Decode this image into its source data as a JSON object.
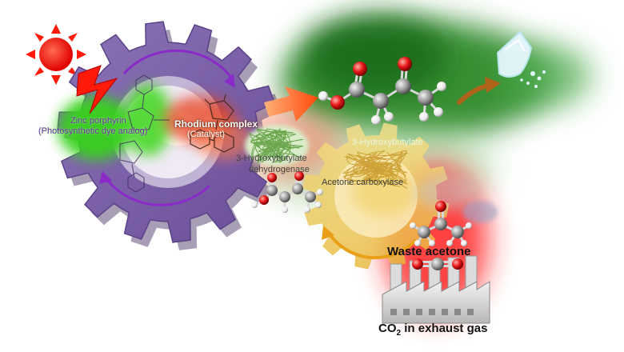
{
  "labels": {
    "zinc_porphyrin": "Zinc porphyrin",
    "zinc_porphyrin_sub": "(Photosynthetic dye analog)",
    "rhodium_complex": "Rhodium complex",
    "catalyst": "(Catalyst)",
    "product": "3-Hydroxybutylate",
    "enzyme1_line1": "3-Hydroxybutylate",
    "enzyme1_line2": "dehydrogenase",
    "enzyme2": "Acetone carboxylase",
    "waste_acetone": "Waste acetone",
    "co2_prefix": "CO",
    "co2_sub": "2",
    "co2_suffix": " in exhaust gas"
  },
  "colors": {
    "sun": "#ff1a0a",
    "purple_gear": "#7a5ea6",
    "yellow_gear": "#f2cf55",
    "green_glow": "#2e8a2a",
    "red_glow": "#ff2a2a",
    "arrow_orange": "#ff5a12",
    "oxygen": "#e81919",
    "carbon": "#9a9a9a",
    "hydrogen": "#f4f4f4"
  },
  "icons": [
    "sun-icon",
    "lightning-icon",
    "factory-icon",
    "plastic-cup-icon"
  ]
}
